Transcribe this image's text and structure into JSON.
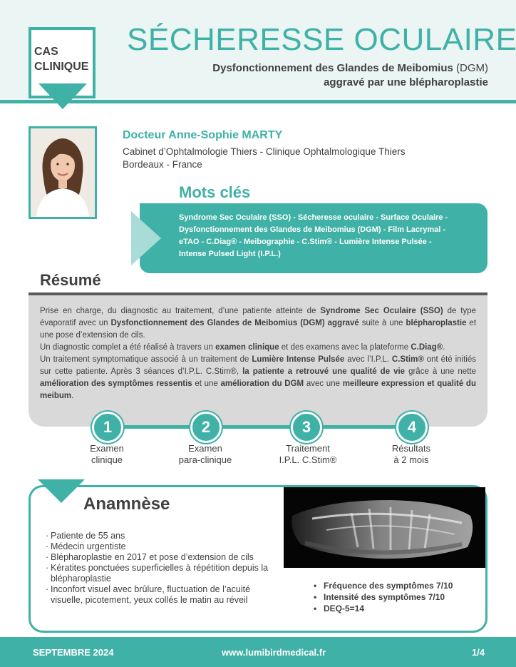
{
  "header": {
    "badge_line1": "CAS",
    "badge_line2": "CLINIQUE",
    "title": "SÉCHERESSE OCULAIRE",
    "subtitle_part1": "Dysfonctionnement des Glandes de Meibomius ",
    "subtitle_acronym": "(DGM)",
    "subtitle_line2": "aggravé par une blépharoplastie"
  },
  "doctor": {
    "name": "Docteur Anne-Sophie MARTY",
    "affiliation": "Cabinet d’Ophtalmologie Thiers - Clinique Ophtalmologique Thiers",
    "location": "Bordeaux - France"
  },
  "keywords": {
    "title": "Mots clés",
    "line1": "Syndrome Sec Oculaire (SSO) - Sécheresse oculaire - Surface Oculaire -",
    "line2": "Dysfonctionnement des Glandes de Meibomius (DGM) - Film Lacrymal -",
    "line3": "eTAO - C.Diag® - Meibographie - C.Stim® - Lumière Intense Pulsée -",
    "line4": "Intense Pulsed Light (I.P.L.)"
  },
  "resume": {
    "title": "Résumé",
    "p1_a": "Prise en charge, du diagnostic au traitement, d’une patiente atteinte de ",
    "p1_b": "Syndrome Sec Oculaire (SSO)",
    "p1_c": " de type évaporatif avec un ",
    "p1_d": "Dysfonctionnement des Glandes de Meibomius (DGM) aggravé",
    "p1_e": " suite à une ",
    "p1_f": "blépharoplastie",
    "p1_g": " et une pose d’extension de cils.",
    "p2_a": "Un diagnostic complet a été réalisé à travers un ",
    "p2_b": "examen clinique",
    "p2_c": " et des examens avec la plateforme ",
    "p2_d": "C.Diag®",
    "p2_e": ".",
    "p3_a": "Un traitement symptomatique associé à un traitement de ",
    "p3_b": "Lumière Intense Pulsée",
    "p3_c": " avec l’I.P.L. ",
    "p3_d": "C.Stim®",
    "p3_e": " ont été initiés sur cette patiente. Après 3 séances d’I.P.L. C.Stim®, ",
    "p3_f": "la patiente a retrouvé une qualité de vie",
    "p3_g": " grâce à une nette ",
    "p3_h": "amélioration des symptômes ressentis",
    "p3_i": " et une ",
    "p3_j": "amélioration du DGM",
    "p3_k": " avec une ",
    "p3_l": "meilleure expression et qualité du meibum",
    "p3_m": "."
  },
  "steps": [
    {
      "num": "1",
      "line1": "Examen",
      "line2": "clinique"
    },
    {
      "num": "2",
      "line1": "Examen",
      "line2": "para-clinique"
    },
    {
      "num": "3",
      "line1": "Traitement",
      "line2": "I.P.L. C.Stim®"
    },
    {
      "num": "4",
      "line1": "Résultats",
      "line2": "à 2 mois"
    }
  ],
  "anamnese": {
    "title": "Anamnèse",
    "items": [
      "Patiente de 55 ans",
      "Médecin urgentiste",
      "Blépharoplastie en 2017 et pose d’extension de cils",
      "Kératites ponctuées superficielles à répétition depuis la blépharoplastie",
      "Inconfort visuel avec brûlure, fluctuation de l’acuité visuelle, picotement, yeux collés le matin au réveil"
    ],
    "symptoms": [
      "Fréquence des symptômes 7/10",
      "Intensité des symptômes 7/10",
      "DEQ-5=14"
    ]
  },
  "footer": {
    "date": "SEPTEMBRE 2024",
    "url": "www.lumibirdmedical.fr",
    "page": "1/4"
  },
  "colors": {
    "accent": "#3fb1a6",
    "accent_light": "#a9dcd6",
    "text_dark": "#404040",
    "panel_gray": "#d9d9d9"
  }
}
